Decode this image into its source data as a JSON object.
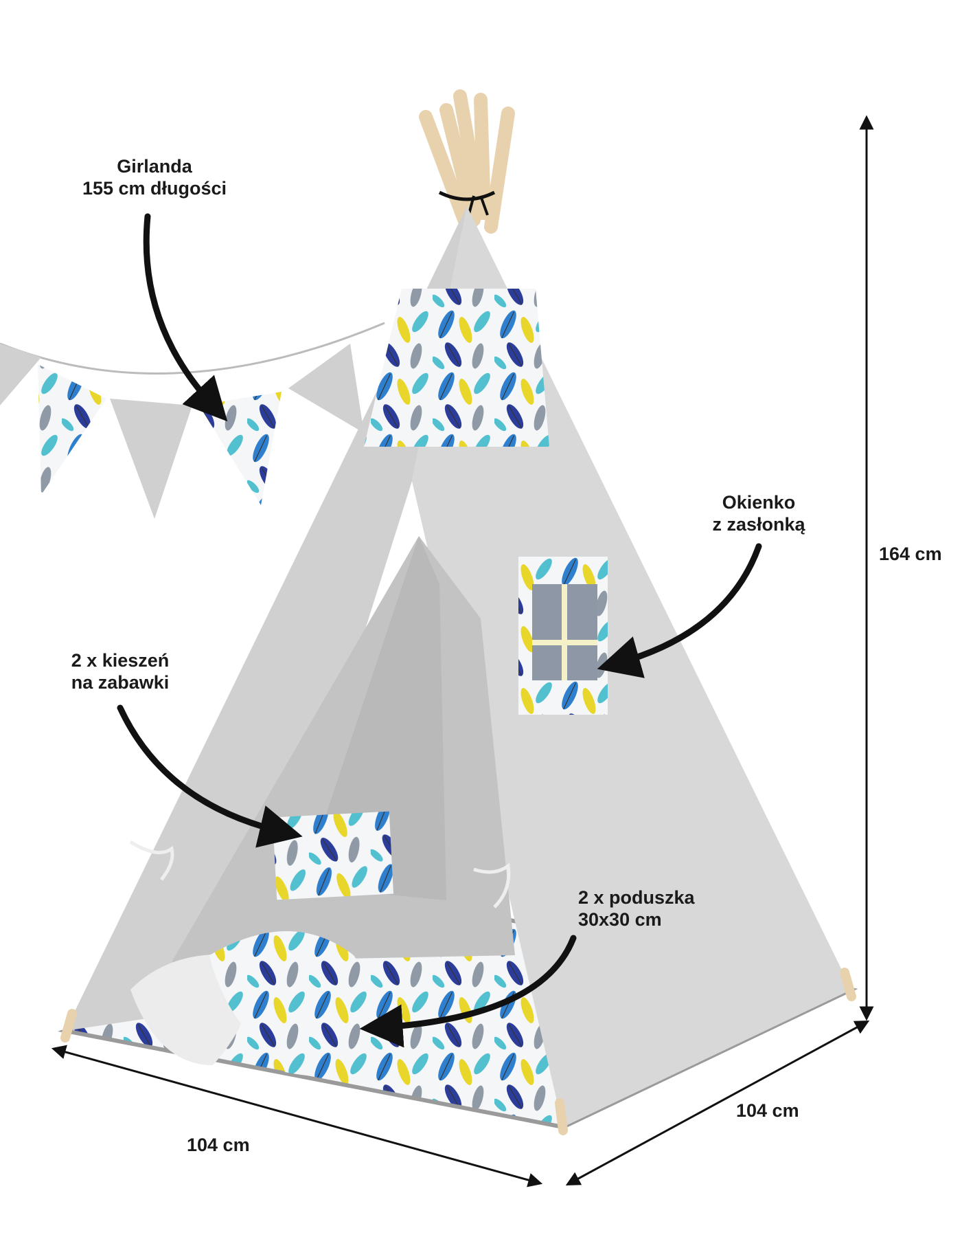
{
  "annotations": {
    "garland": {
      "line1": "Girlanda",
      "line2": "155 cm długości"
    },
    "window": {
      "line1": "Okienko",
      "line2": "z zasłonką"
    },
    "pockets": {
      "line1": "2 x kieszeń",
      "line2": "na zabawki"
    },
    "pillows": {
      "line1": "2 x poduszka",
      "line2": "30x30 cm"
    }
  },
  "dimensions": {
    "height": "164 cm",
    "width": "104 cm",
    "depth": "104 cm"
  },
  "colors": {
    "canvas": "#d7d7d7",
    "canvas_shade": "#c4c4c4",
    "pole": "#e8d2ad",
    "feather_blue": "#2f7fcf",
    "feather_navy": "#2b3c9a",
    "feather_yellow": "#e8d62a",
    "feather_teal": "#53c0d0",
    "arrow": "#111111"
  }
}
